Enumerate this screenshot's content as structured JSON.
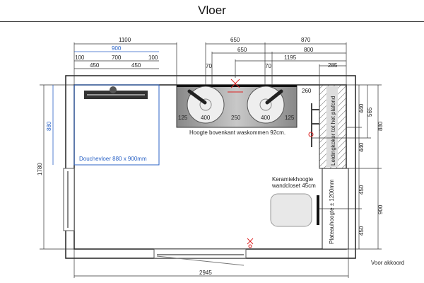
{
  "title": "Vloer",
  "dimensions": {
    "top_1100": "1100",
    "top_900": "900",
    "top_100a": "100",
    "top_700": "700",
    "top_100b": "100",
    "top_450a": "450",
    "top_450b": "450",
    "top_650a": "650",
    "top_870": "870",
    "top_650b": "650",
    "top_800": "800",
    "top_1195": "1195",
    "top_70a": "70",
    "top_70b": "70",
    "top_285": "285",
    "side_260": "260",
    "sink_125a": "125",
    "sink_400a": "400",
    "sink_250": "250",
    "sink_400b": "400",
    "sink_125b": "125",
    "right_440a": "440",
    "right_565": "565",
    "right_880": "880",
    "right_440b": "440",
    "right_450a": "450",
    "right_450b": "450",
    "right_900": "900",
    "left_1780": "1780",
    "left_880": "880",
    "bottom_2945": "2945"
  },
  "labels": {
    "shower": "Douchevloer 880 x 900mm",
    "sink_height": "Hoogte bovenkant waskommen 92cm.",
    "shaft": "Leidingkoker tot het plafond",
    "toilet_line1": "Keramiekhoogte",
    "toilet_line2": "wandcloset 45cm",
    "plateau": "Plateauhoogte  ± 1200mm",
    "approval": "Voor akkoord"
  },
  "colors": {
    "blue": "#2b63c6",
    "red": "#d22",
    "wall": "#222"
  }
}
